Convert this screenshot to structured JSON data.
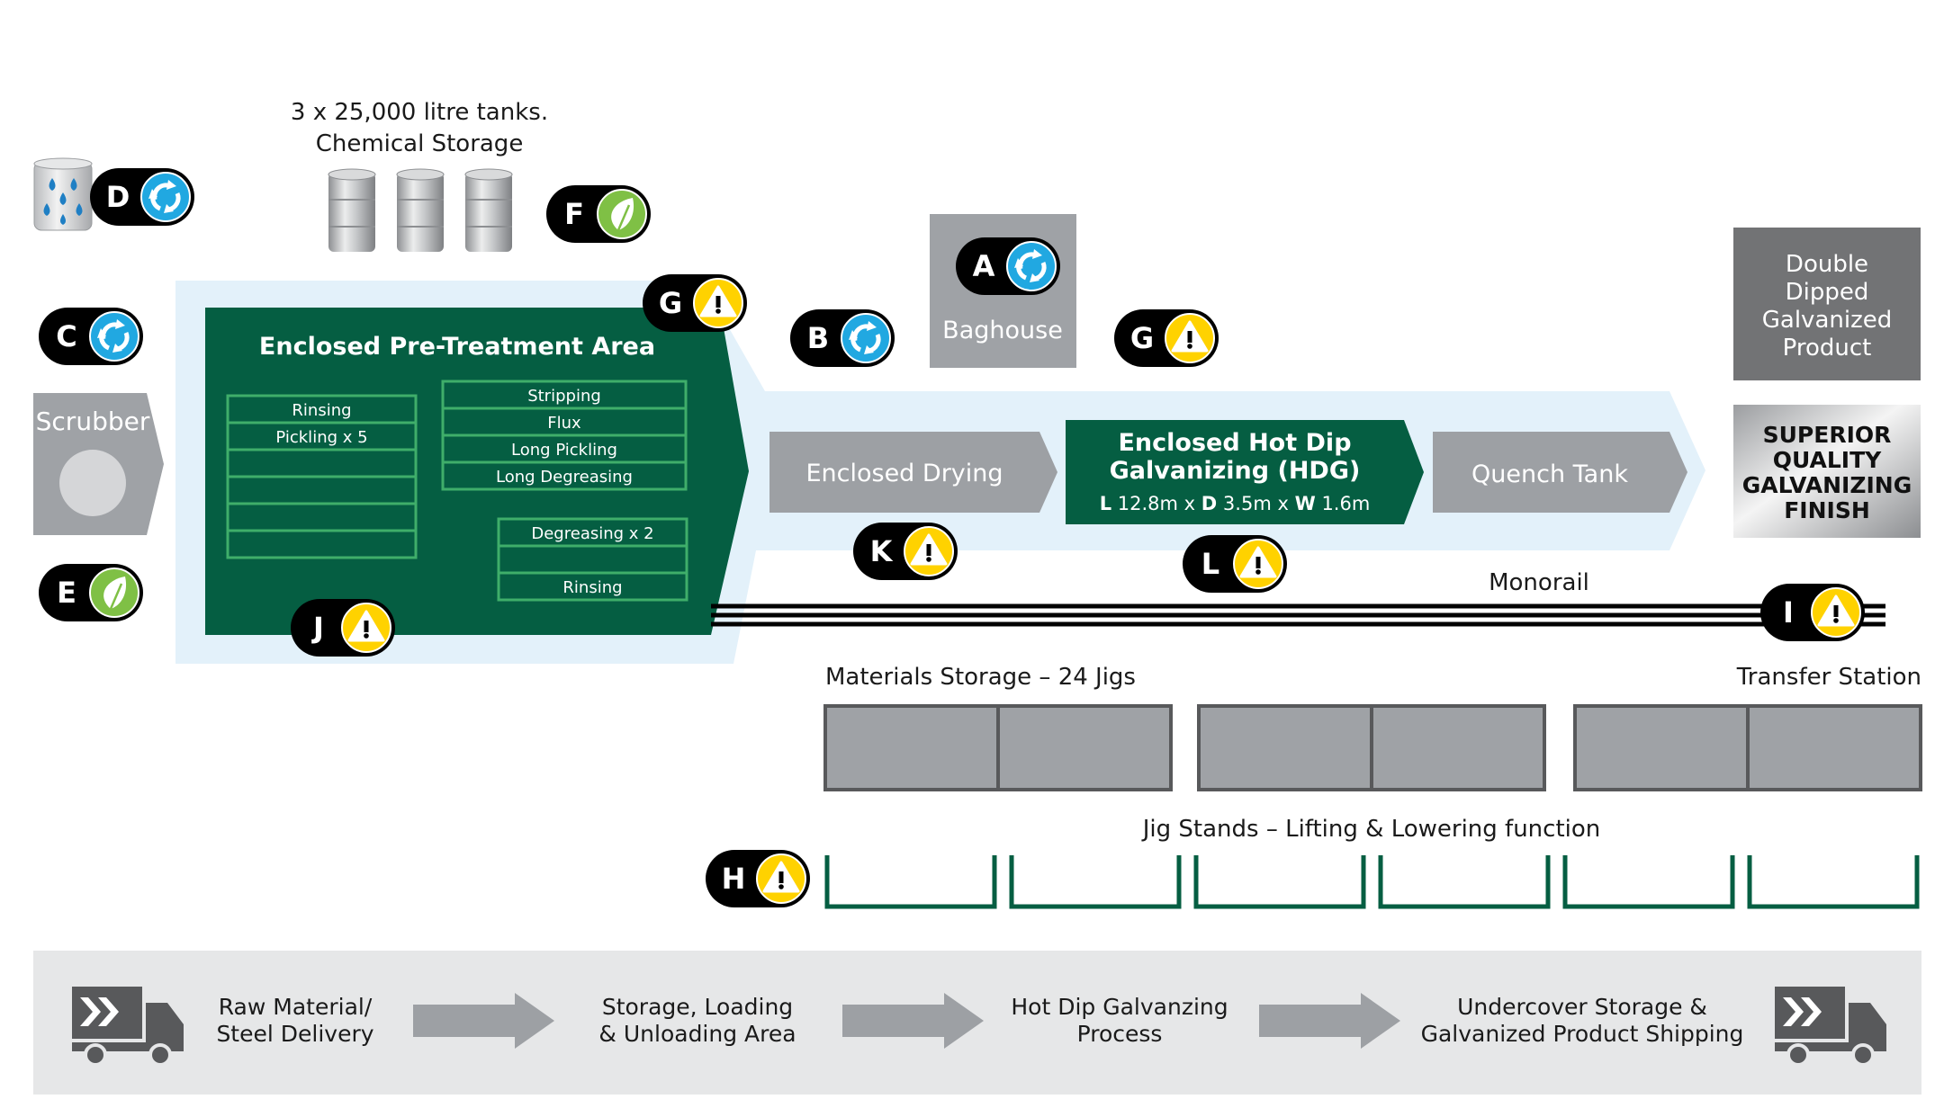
{
  "colors": {
    "dark_green": "#055e42",
    "light_blue": "#e3f1fa",
    "grey_arrow": "#9da0a4",
    "baghouse_grey": "#9fa2a6",
    "product_grey": "#727375",
    "icon_blue": "#21a8e1",
    "icon_green": "#7fc045",
    "icon_yellow": "#ffd200",
    "bottom_band": "#e6e7e8"
  },
  "chemical_storage": {
    "line1": "3 x 25,000 litre tanks.",
    "line2": "Chemical Storage"
  },
  "pretreatment": {
    "title": "Enclosed Pre-Treatment Area",
    "left_tanks": [
      "Rinsing",
      "Pickling x 5",
      "",
      "",
      "",
      ""
    ],
    "right_tanks": [
      "Stripping",
      "Flux",
      "Long Pickling",
      "Long Degreasing"
    ],
    "lower_tanks": [
      "Degreasing x 2",
      "",
      "Rinsing"
    ]
  },
  "scrubber": {
    "label": "Scrubber"
  },
  "baghouse": {
    "label": "Baghouse"
  },
  "process": {
    "drying": "Enclosed Drying",
    "hdg_line1": "Enclosed Hot Dip",
    "hdg_line2": "Galvanizing (HDG)",
    "dims": {
      "l_key": "L",
      "l_val": "12.8m x",
      "d_key": "D",
      "d_val": "3.5m x",
      "w_key": "W",
      "w_val": "1.6m"
    },
    "quench": "Quench Tank"
  },
  "product": {
    "line1": "Double",
    "line2": "Dipped",
    "line3": "Galvanized",
    "line4": "Product",
    "finish1": "SUPERIOR",
    "finish2": "QUALITY",
    "finish3": "GALVANIZING",
    "finish4": "FINISH"
  },
  "monorail": "Monorail",
  "materials_storage": "Materials Storage – 24 Jigs",
  "transfer_station": "Transfer Station",
  "jig_stands": "Jig Stands – Lifting & Lowering function",
  "badges": [
    {
      "letter": "A",
      "icon": "recycle-icon"
    },
    {
      "letter": "B",
      "icon": "recycle-icon"
    },
    {
      "letter": "C",
      "icon": "recycle-icon"
    },
    {
      "letter": "D",
      "icon": "recycle-icon"
    },
    {
      "letter": "E",
      "icon": "leaf-icon"
    },
    {
      "letter": "F",
      "icon": "leaf-icon"
    },
    {
      "letter": "G",
      "icon": "warning-icon"
    },
    {
      "letter": "G",
      "icon": "warning-icon"
    },
    {
      "letter": "H",
      "icon": "warning-icon"
    },
    {
      "letter": "I",
      "icon": "warning-icon"
    },
    {
      "letter": "J",
      "icon": "warning-icon"
    },
    {
      "letter": "K",
      "icon": "warning-icon"
    },
    {
      "letter": "L",
      "icon": "warning-icon"
    }
  ],
  "flow": {
    "step1_line1": "Raw Material/",
    "step1_line2": "Steel Delivery",
    "step2_line1": "Storage, Loading",
    "step2_line2": "& Unloading Area",
    "step3_line1": "Hot Dip Galvanzing",
    "step3_line2": "Process",
    "step4_line1": "Undercover Storage &",
    "step4_line2": "Galvanized Product Shipping"
  }
}
